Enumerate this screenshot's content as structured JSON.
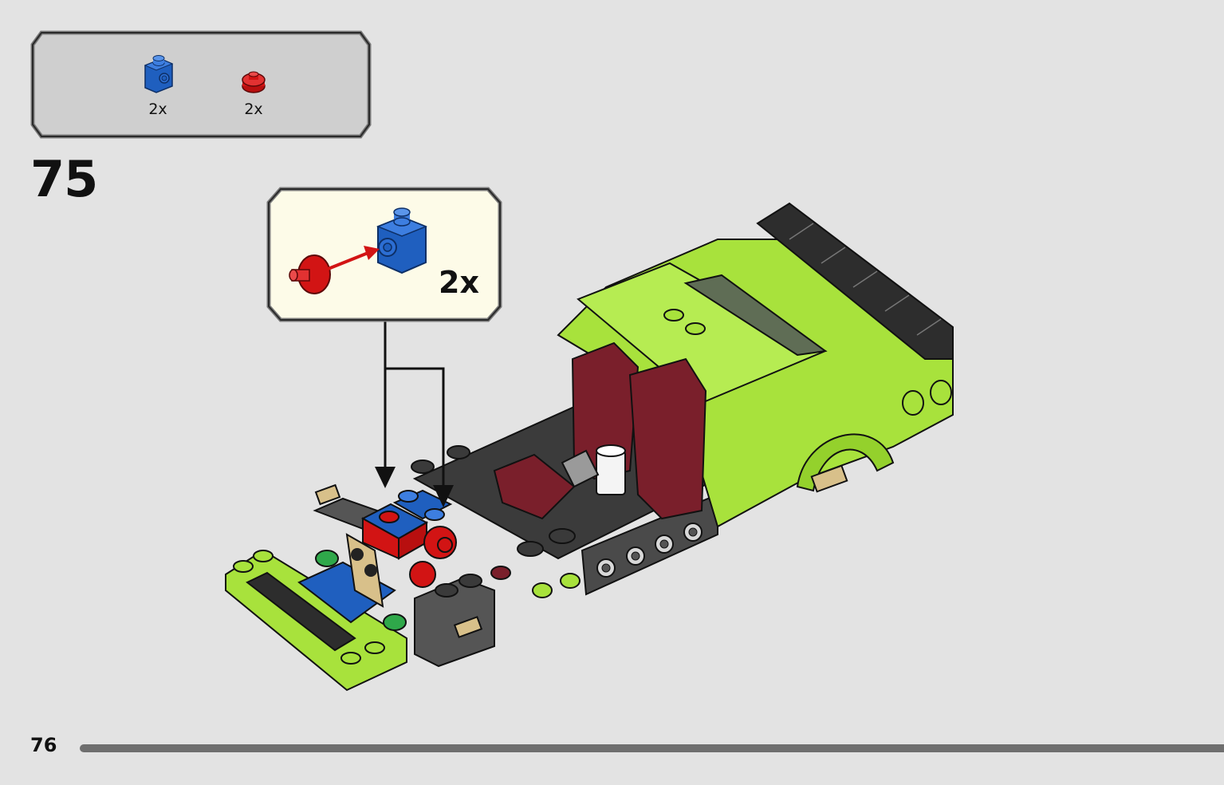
{
  "parts_list": {
    "items": [
      {
        "icon": "blue-1x1-brick-with-side-stud-icon",
        "color": "#1f5fbf",
        "qty": "2x"
      },
      {
        "icon": "red-round-plate-icon",
        "color": "#d21414",
        "qty": "2x"
      }
    ]
  },
  "step": {
    "number": "75"
  },
  "sub_assembly": {
    "qty": "2x"
  },
  "page": {
    "number": "76"
  },
  "colors": {
    "background": "#e3e3e3",
    "lime": "#a8e23c",
    "blue": "#1f5fbf",
    "red": "#d21414",
    "dark_red": "#7a1f2b",
    "dark_gray": "#555555",
    "black": "#2a2a2a",
    "callout_bg": "#fdfbe8"
  }
}
